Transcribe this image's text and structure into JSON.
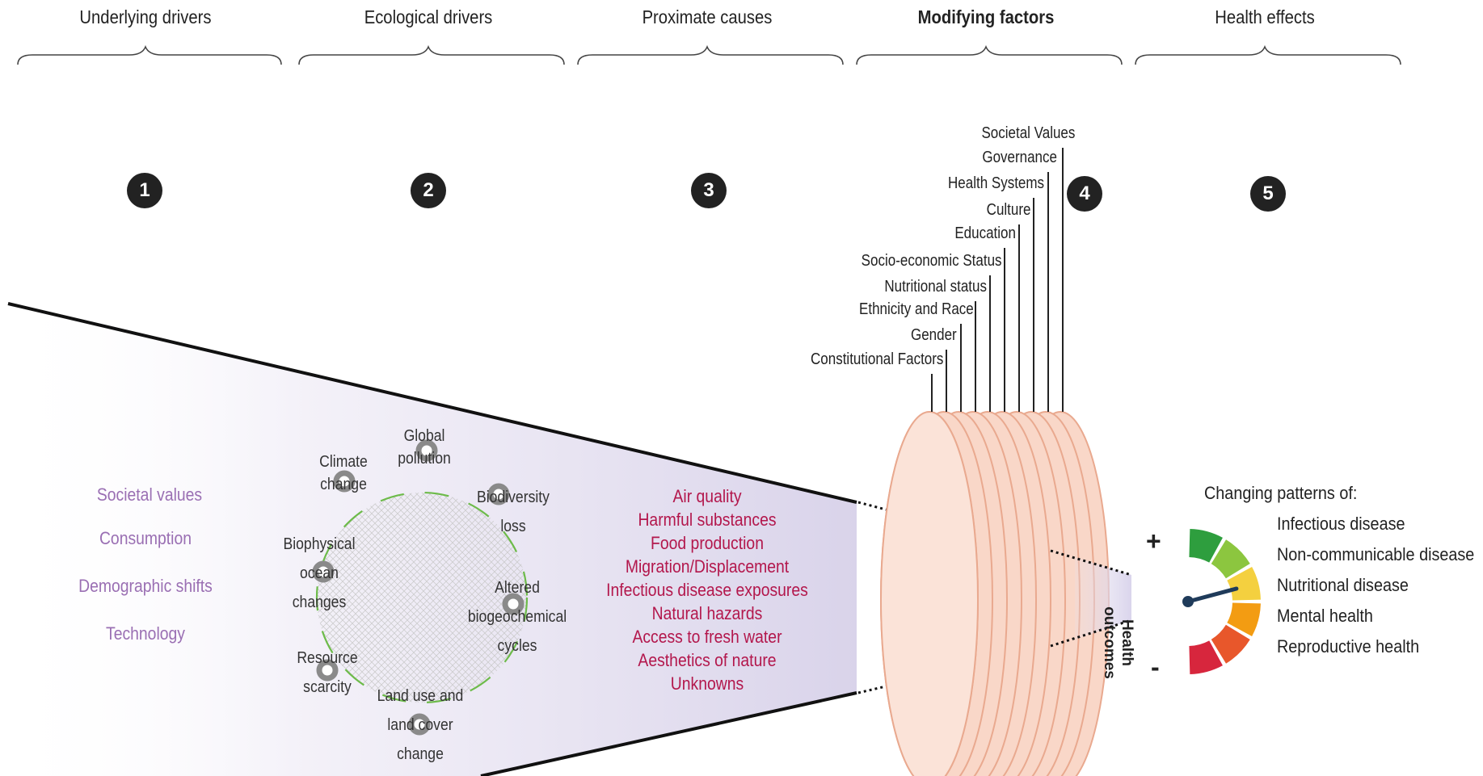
{
  "headers": [
    "Underlying drivers",
    "Ecological drivers",
    "Proximate causes",
    "Modifying factors",
    "Health effects"
  ],
  "numbers": [
    "1",
    "2",
    "3",
    "4",
    "5"
  ],
  "underlying_drivers": [
    "Societal values",
    "Consumption",
    "Demographic shifts",
    "Technology"
  ],
  "ecological_drivers": {
    "global_pollution": [
      "Global",
      "pollution"
    ],
    "biodiversity_loss": [
      "Biodiversity",
      "loss"
    ],
    "altered_cycles": [
      "Altered",
      "biogeochemical",
      "cycles"
    ],
    "land_use": [
      "Land use and",
      "land cover",
      "change"
    ],
    "resource_scarcity": [
      "Resource",
      "scarcity"
    ],
    "ocean_changes": [
      "Biophysical",
      "ocean",
      "changes"
    ],
    "climate_change": [
      "Climate",
      "change"
    ]
  },
  "proximate_causes": [
    "Air quality",
    "Harmful substances",
    "Food production",
    "Migration/Displacement",
    "Infectious disease exposures",
    "Natural hazards",
    "Access to fresh water",
    "Aesthetics of nature",
    "Unknowns"
  ],
  "modifying_factors": [
    "Societal Values",
    "Governance",
    "Health Systems",
    "Culture",
    "Education",
    "Socio-economic Status",
    "Nutritional status",
    "Ethnicity and Race",
    "Gender",
    "Constitutional Factors"
  ],
  "health_effects": {
    "title": "Changing patterns of:",
    "items": [
      "Infectious disease",
      "Non-communicable disease",
      "Nutritional disease",
      "Mental health",
      "Reproductive health"
    ]
  },
  "gauge": {
    "plus": "+",
    "minus": "-",
    "label_line1": "Health",
    "label_line2": "outcomes",
    "segment_colors": [
      "#2e9e3e",
      "#8cc63f",
      "#f4d03f",
      "#f39c12",
      "#e8572b",
      "#d7263d"
    ]
  },
  "colors": {
    "driver_text": "#9a6fb3",
    "cause_text": "#b3174c",
    "disc_fill": "#f9d7c8",
    "disc_stroke": "#e9a98f"
  }
}
